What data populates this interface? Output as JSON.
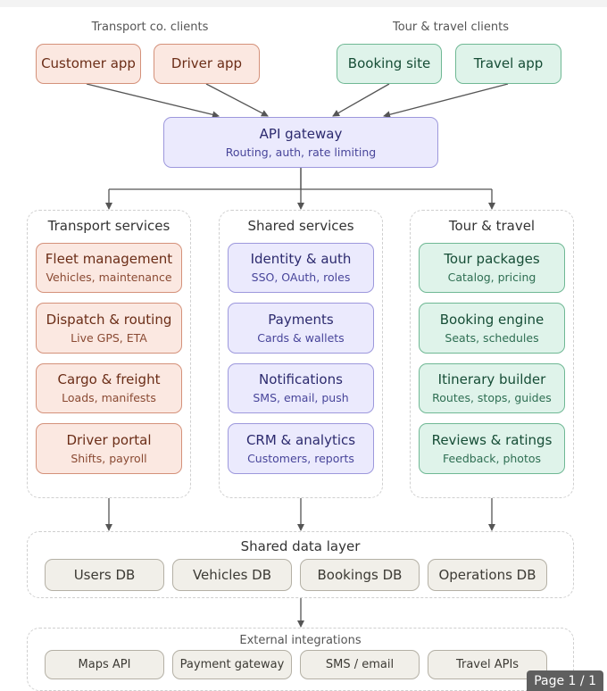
{
  "clients": {
    "transport_label": "Transport co. clients",
    "tour_label": "Tour & travel clients",
    "customer_app": "Customer app",
    "driver_app": "Driver app",
    "booking_site": "Booking site",
    "travel_app": "Travel app"
  },
  "gateway": {
    "title": "API gateway",
    "subtitle": "Routing, auth, rate limiting"
  },
  "transport": {
    "title": "Transport services",
    "items": [
      {
        "title": "Fleet management",
        "subtitle": "Vehicles, maintenance"
      },
      {
        "title": "Dispatch & routing",
        "subtitle": "Live GPS, ETA"
      },
      {
        "title": "Cargo & freight",
        "subtitle": "Loads, manifests"
      },
      {
        "title": "Driver portal",
        "subtitle": "Shifts, payroll"
      }
    ]
  },
  "shared": {
    "title": "Shared services",
    "items": [
      {
        "title": "Identity & auth",
        "subtitle": "SSO, OAuth, roles"
      },
      {
        "title": "Payments",
        "subtitle": "Cards & wallets"
      },
      {
        "title": "Notifications",
        "subtitle": "SMS, email, push"
      },
      {
        "title": "CRM & analytics",
        "subtitle": "Customers, reports"
      }
    ]
  },
  "tour": {
    "title": "Tour & travel",
    "items": [
      {
        "title": "Tour packages",
        "subtitle": "Catalog, pricing"
      },
      {
        "title": "Booking engine",
        "subtitle": "Seats, schedules"
      },
      {
        "title": "Itinerary builder",
        "subtitle": "Routes, stops, guides"
      },
      {
        "title": "Reviews & ratings",
        "subtitle": "Feedback, photos"
      }
    ]
  },
  "data_layer": {
    "title": "Shared data layer",
    "items": [
      "Users DB",
      "Vehicles DB",
      "Bookings DB",
      "Operations DB"
    ]
  },
  "external": {
    "title": "External integrations",
    "items": [
      "Maps API",
      "Payment gateway",
      "SMS / email",
      "Travel APIs"
    ]
  },
  "pager": "Page 1 / 1",
  "colors": {
    "transport": "#fbe8e1",
    "shared": "#ebeafd",
    "tour": "#dff3ea",
    "data": "#f1efe9"
  }
}
